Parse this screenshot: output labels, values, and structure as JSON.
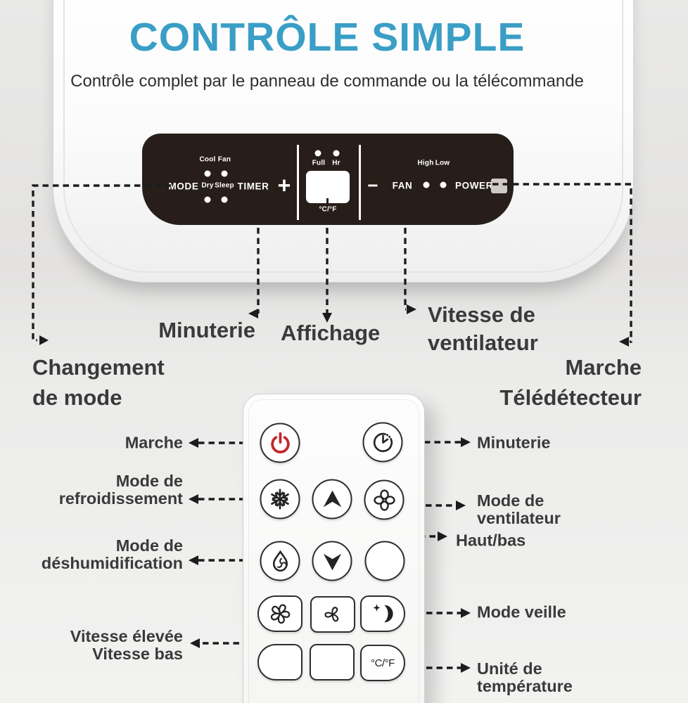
{
  "title": "CONTRÔLE SIMPLE",
  "subtitle": "Contrôle complet par le panneau de commande ou la télécommande",
  "colors": {
    "accent_blue": "#3a9ec6",
    "panel_dark": "#281e19",
    "power_red": "#c1272d",
    "label_text": "#3a3a3a"
  },
  "panel": {
    "mode_label": "MODE",
    "indicators": {
      "cool": "Cool",
      "fan": "Fan",
      "dry": "Dry",
      "sleep": "Sleep"
    },
    "timer_label": "TIMER",
    "plus": "+",
    "minus": "−",
    "display": {
      "full": "Full",
      "hr": "Hr",
      "unit": "°C/°F"
    },
    "fan_label": "FAN",
    "fan_speeds": {
      "high": "High",
      "low": "Low"
    },
    "power_label": "POWER"
  },
  "panel_annotations": {
    "mode": {
      "line1": "Changement",
      "line2": "de mode"
    },
    "timer": "Minuterie",
    "display": "Affichage",
    "fan": {
      "line1": "Vitesse de",
      "line2": "ventilateur"
    },
    "power": {
      "line1": "Marche",
      "line2": "Télédétecteur"
    }
  },
  "remote": {
    "temp_unit_button": "°C/°F",
    "icons": [
      "power-icon",
      "timer-clock-icon",
      "snowflake-icon",
      "arrow-up-icon",
      "fan-icon",
      "water-drop-icon",
      "arrow-down-icon",
      "fan-high-icon",
      "fan-low-icon",
      "moon-star-icon"
    ]
  },
  "remote_annotations": {
    "power": "Marche",
    "timer": "Minuterie",
    "cool": {
      "line1": "Mode de",
      "line2": "refroidissement"
    },
    "fan_mode": {
      "line1": "Mode de",
      "line2": "ventilateur"
    },
    "updown": "Haut/bas",
    "dry": {
      "line1": "Mode de",
      "line2": "déshumidification"
    },
    "fan_speed": {
      "line1": "Vitesse élevée",
      "line2": "Vitesse bas"
    },
    "sleep": "Mode veille",
    "temp_unit": {
      "line1": "Unité de",
      "line2": "température"
    }
  }
}
